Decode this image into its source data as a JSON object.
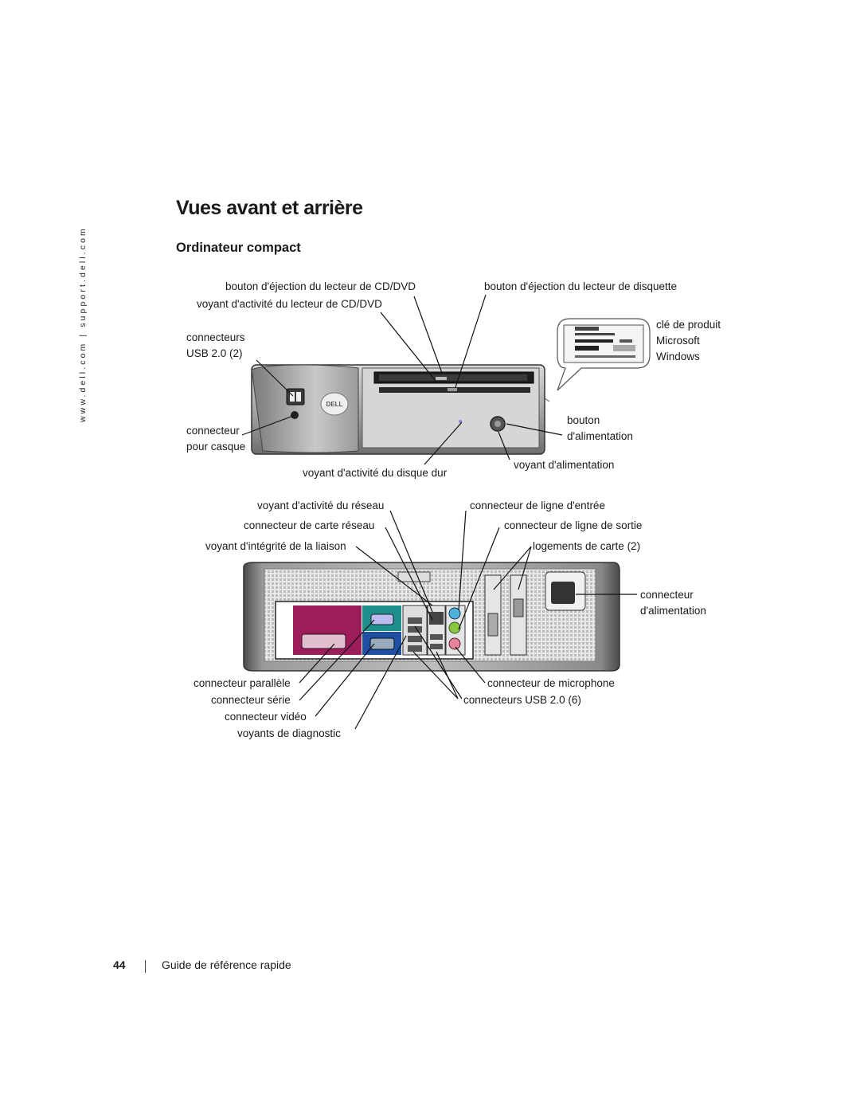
{
  "sidebar": {
    "url": "www.dell.com | support.dell.com"
  },
  "heading": {
    "title": "Vues avant et arrière",
    "subtitle": "Ordinateur compact"
  },
  "front_labels": {
    "cd_eject": "bouton d'éjection du lecteur de CD/DVD",
    "cd_activity": "voyant d'activité du lecteur de CD/DVD",
    "floppy_eject": "bouton d'éjection du lecteur de disquette",
    "usb_line1": "connecteurs",
    "usb_line2": "USB 2.0 (2)",
    "product_key_line1": "clé de produit",
    "product_key_line2": "Microsoft",
    "product_key_line3": "Windows",
    "headphone_line1": "connecteur",
    "headphone_line2": "pour casque",
    "power_button_line1": "bouton",
    "power_button_line2": "d'alimentation",
    "hdd_activity": "voyant d'activité du disque dur",
    "power_light": "voyant d'alimentation",
    "logo": "DELL"
  },
  "back_labels": {
    "network_activity": "voyant d'activité du réseau",
    "network_adapter": "connecteur de carte réseau",
    "link_integrity": "voyant d'intégrité de la liaison",
    "line_in": "connecteur de ligne d'entrée",
    "line_out": "connecteur de ligne de sortie",
    "card_slots": "logements de carte (2)",
    "power_connector_line1": "connecteur",
    "power_connector_line2": "d'alimentation",
    "parallel": "connecteur parallèle",
    "serial": "connecteur série",
    "video": "connecteur vidéo",
    "diagnostic": "voyants de diagnostic",
    "microphone": "connecteur de microphone",
    "usb_back": "connecteurs USB 2.0 (6)"
  },
  "footer": {
    "page_number": "44",
    "guide": "Guide de référence rapide"
  },
  "colors": {
    "parallel_port": "#9b1d5a",
    "serial_port": "#1e8f8a",
    "video_port": "#1f4fa3",
    "line_in_jack": "#4fb3d9",
    "line_out_jack": "#8cc63f",
    "mic_jack": "#e8839e"
  }
}
